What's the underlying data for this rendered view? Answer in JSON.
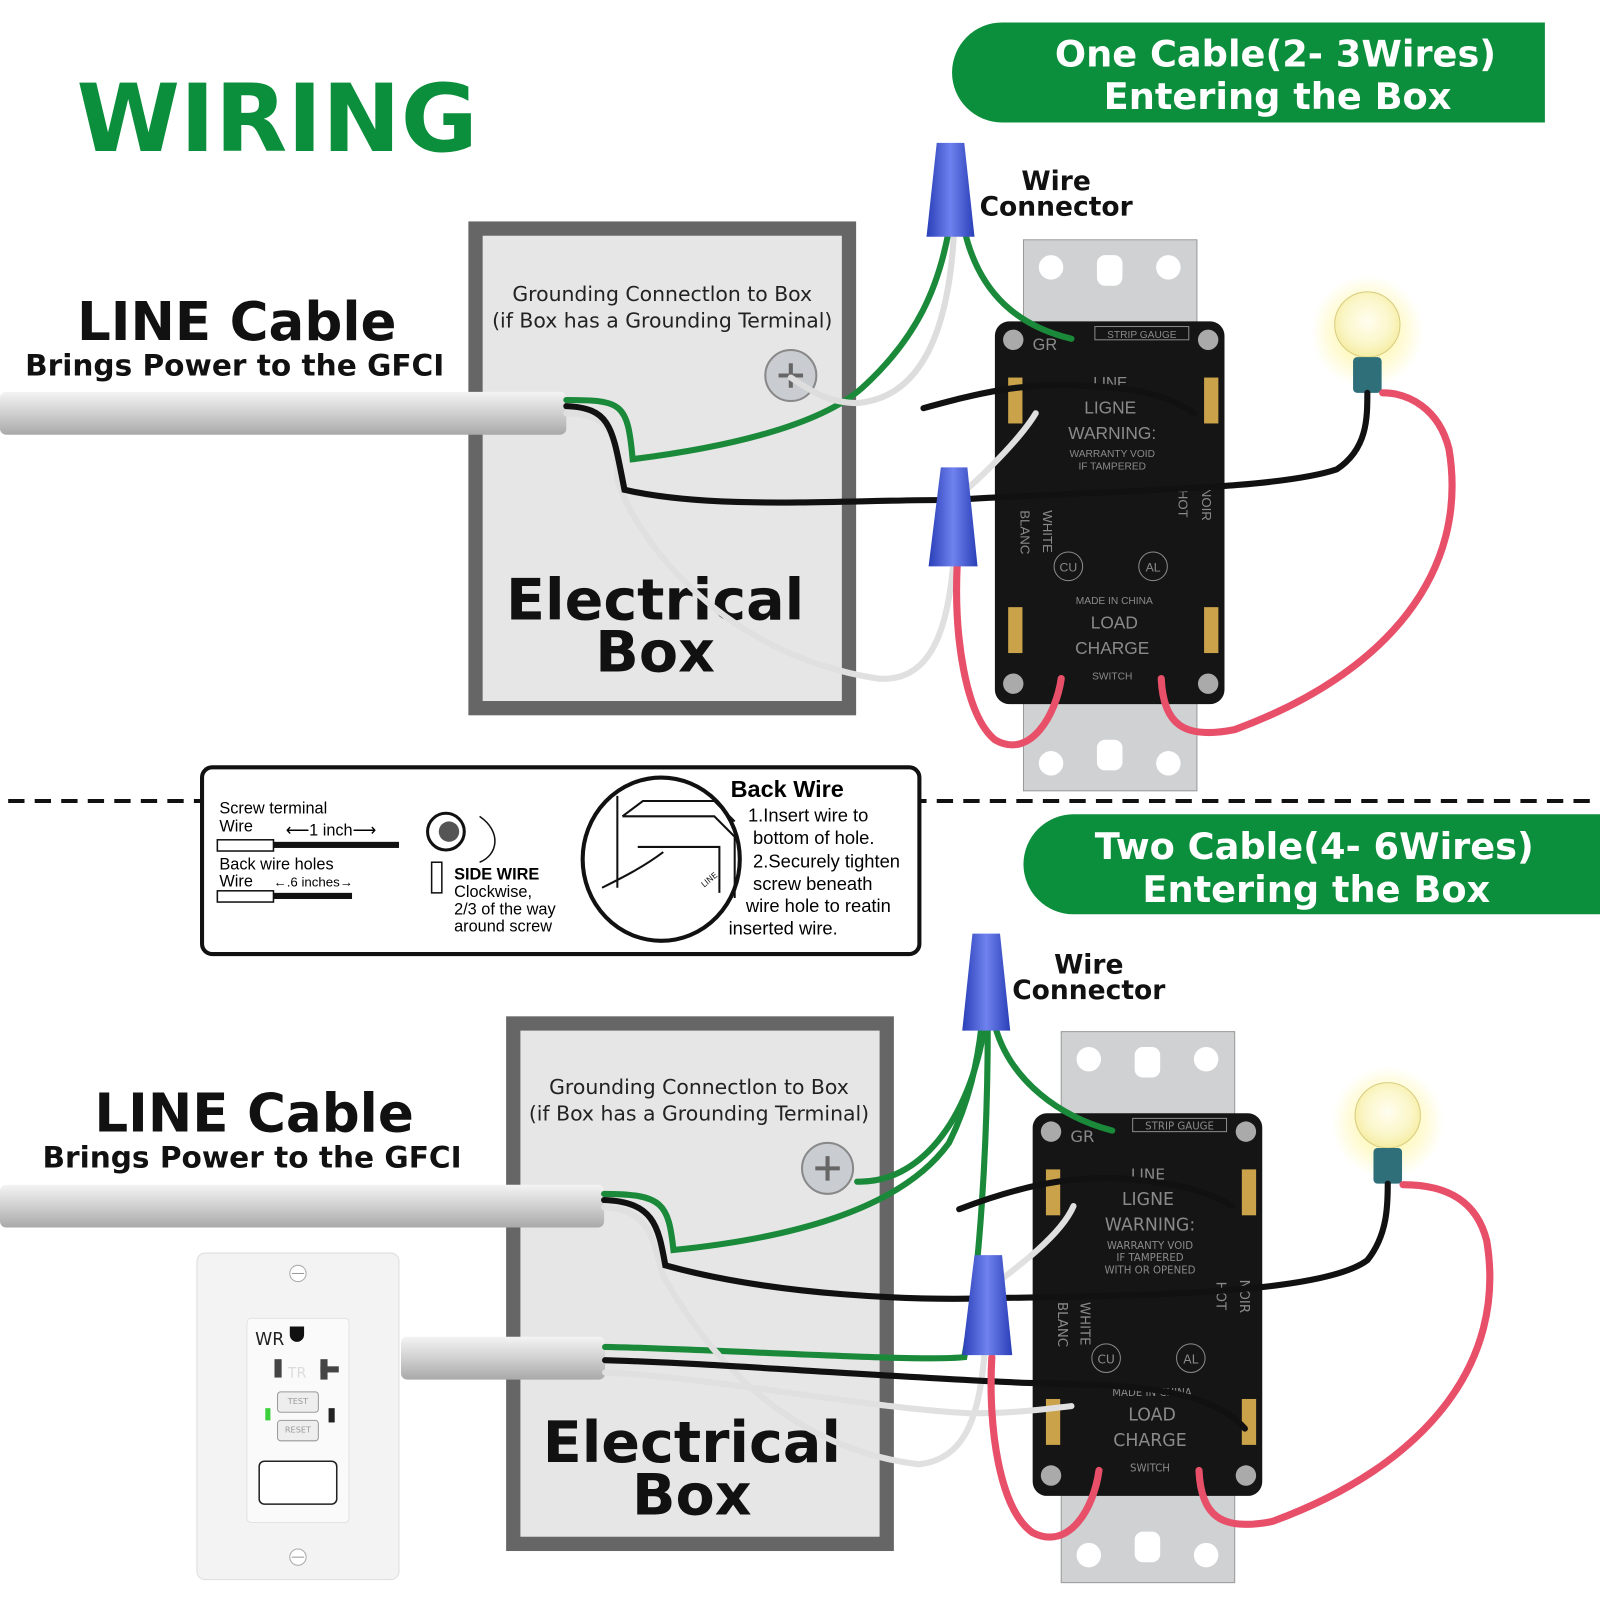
{
  "title": "WIRING",
  "colors": {
    "brand_green": "#0c8f3c",
    "wire_green": "#1a8a3a",
    "wire_red": "#e8506a",
    "connector_blue": "#3f56d8",
    "box_border": "#666666",
    "box_fill": "#e6e6e6"
  },
  "top_section": {
    "banner_line1": "One Cable(2- 3Wires)",
    "banner_line2": "Entering the Box",
    "line_cable_title": "LINE Cable",
    "line_cable_subtitle": "Brings Power to the GFCI",
    "grounding_line1": "Grounding Connectlon to Box",
    "grounding_line2": "(if Box has a Grounding Terminal)",
    "box_label_line1": "Electrical",
    "box_label_line2": "Box",
    "connector_label_line1": "Wire",
    "connector_label_line2": "Connector"
  },
  "bottom_section": {
    "banner_line1": "Two Cable(4- 6Wires)",
    "banner_line2": "Entering the Box",
    "line_cable_title": "LINE Cable",
    "line_cable_subtitle": "Brings Power to the GFCI",
    "grounding_line1": "Grounding Connectlon to Box",
    "grounding_line2": "(if Box has a Grounding Terminal)",
    "box_label_line1": "Electrical",
    "box_label_line2": "Box",
    "connector_label_line1": "Wire",
    "connector_label_line2": "Connector"
  },
  "outlet_back_labels": {
    "gr": "GR",
    "strip_gauge": "STRIP GAUGE",
    "line": "LINE",
    "ligne": "LIGNE",
    "warning": "WARNING:",
    "warranty1": "WARRANTY VOID",
    "warranty2": "IF TAMPERED",
    "warranty3": "WITH OR OPENED",
    "white": "WHITE",
    "blanc": "BLANC",
    "hot": "HOT",
    "noir": "NOIR",
    "cu": "CU",
    "al": "AL",
    "made_in": "MADE IN CHINA",
    "load": "LOAD",
    "charge": "CHARGE",
    "switch": "SWITCH"
  },
  "instructions": {
    "screw_terminal_line1": "Screw terminal",
    "screw_terminal_line2": "Wire",
    "screw_length": "⟵1 inch⟶",
    "back_wire_holes_line1": "Back wire holes",
    "back_wire_holes_line2": "Wire",
    "back_length": "←.6 inches→",
    "side_wire_title": "SIDE WIRE",
    "side_wire_1": "Clockwise,",
    "side_wire_2": "2/3 of the way",
    "side_wire_3": "around screw",
    "back_wire_title": "Back Wire",
    "back_wire_1": "1.Insert wire to",
    "back_wire_2": "bottom of hole.",
    "back_wire_3": "2.Securely tighten",
    "back_wire_4": "screw beneath",
    "back_wire_5": "wire hole to reatin",
    "back_wire_6": "inserted wire.",
    "line_tag": "LINE"
  },
  "front_outlet": {
    "wr": "WR",
    "tr": "TR",
    "test": "TEST",
    "reset": "RESET"
  }
}
